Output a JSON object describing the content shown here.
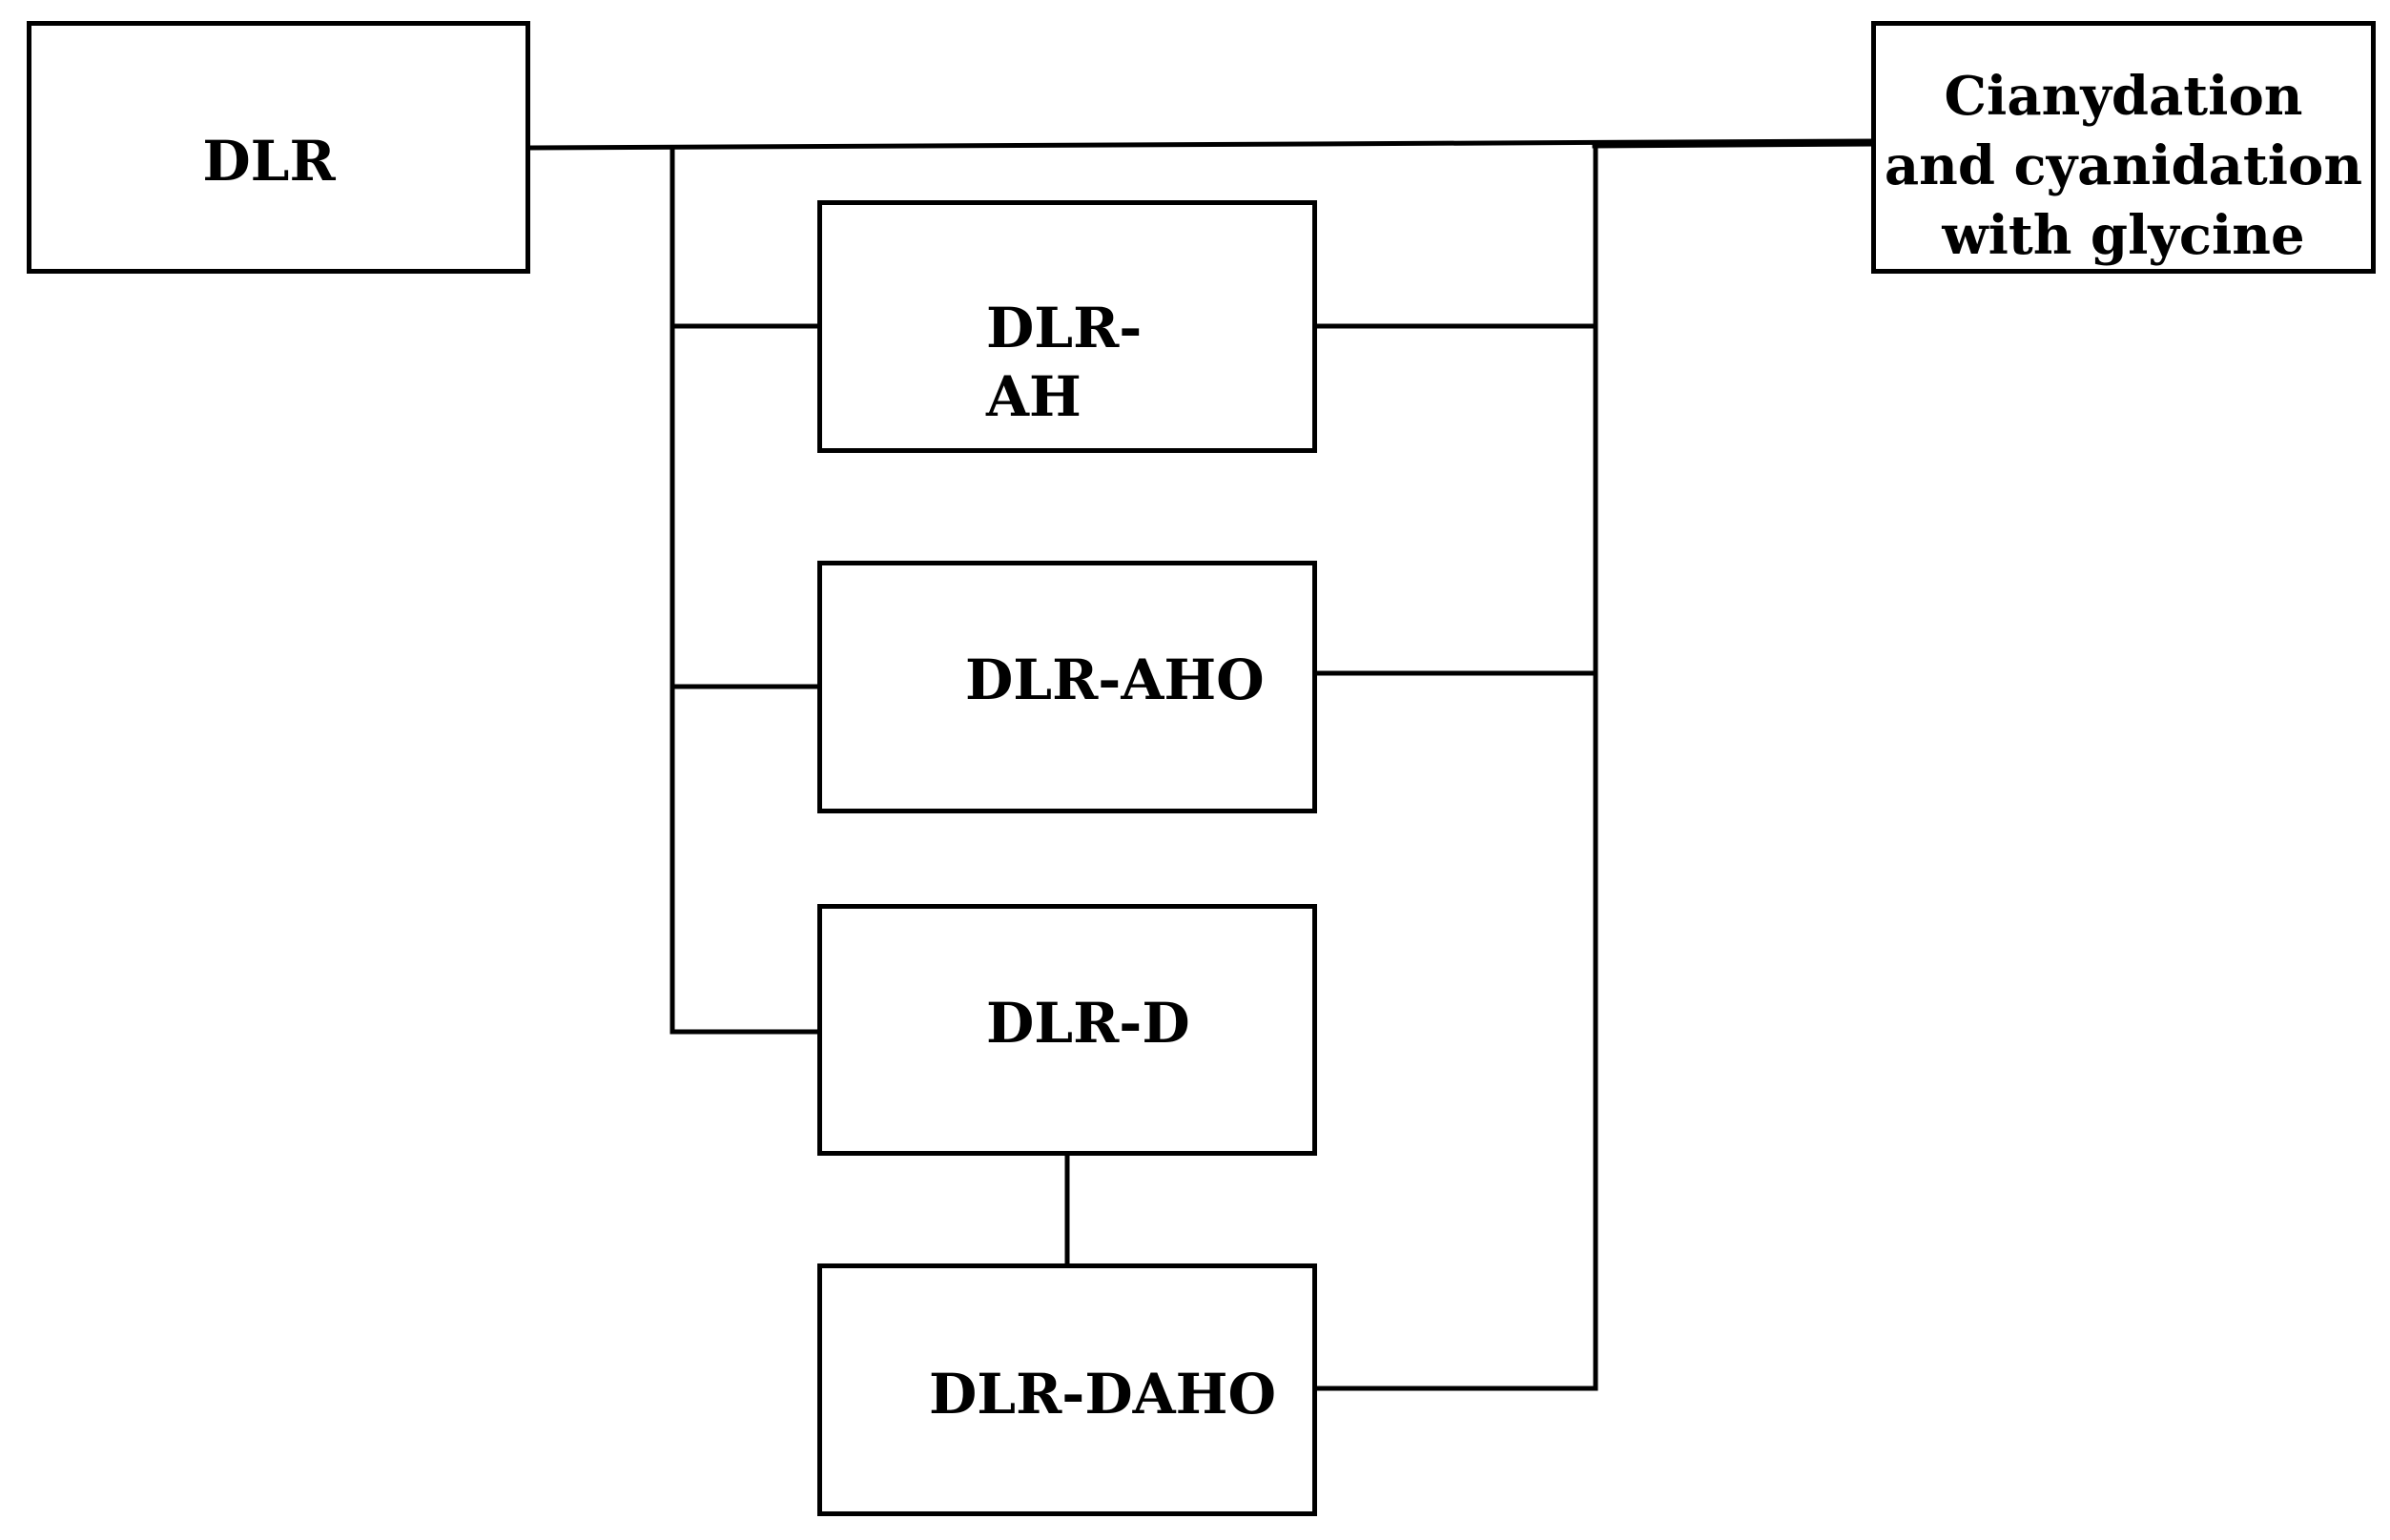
{
  "diagram": {
    "nodes": {
      "dlr": "DLR",
      "ah": "DLR-\nAH",
      "aho": "DLR-AHO",
      "d": "DLR-D",
      "daho": "DLR-DAHO",
      "cyan": "Cianydation\nand cyanidation\nwith glycine"
    },
    "colors": {
      "stroke": "#000000",
      "fill": "#ffffff"
    }
  }
}
